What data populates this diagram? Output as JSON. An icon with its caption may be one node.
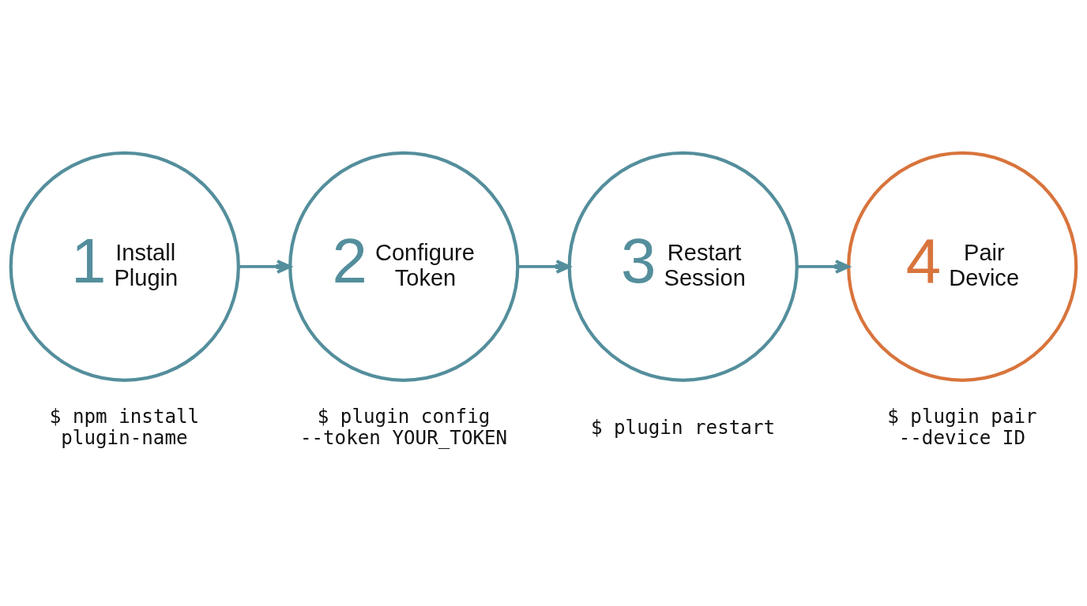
{
  "diagram": {
    "nodes": [
      {
        "text": [
          "1",
          "Install Plugin"
        ],
        "beside": [
          "$ npm install plugin-name"
        ]
      },
      {
        "text": [
          "2",
          "Configure Token"
        ],
        "beside": [
          "$ plugin config --token YOUR_TOKEN"
        ]
      },
      {
        "text": [
          "3",
          "Restart Session"
        ],
        "beside": [
          "$ plugin restart"
        ]
      },
      {
        "text": [
          "4",
          "Pair Device"
        ],
        "beside": [
          "$ plugin pair --device ID"
        ]
      }
    ],
    "edges": [
      {
        "from": 0,
        "to": 1,
        "arrow": "to"
      },
      {
        "from": 1,
        "to": 2,
        "arrow": "to"
      },
      {
        "from": 2,
        "to": 3,
        "arrow": "to"
      }
    ]
  }
}
